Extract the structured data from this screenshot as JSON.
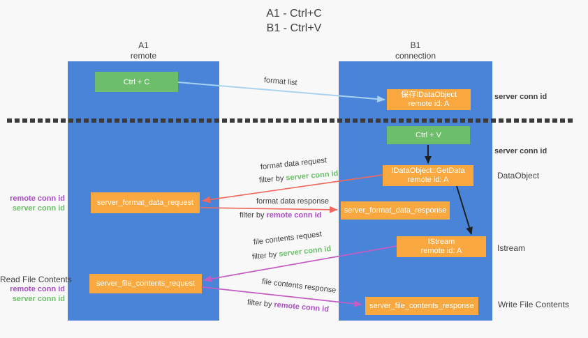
{
  "title": {
    "line1": "A1 - Ctrl+C",
    "line2": "B1 - Ctrl+V"
  },
  "lanes": {
    "a1": {
      "name": "A1",
      "role": "remote"
    },
    "b1": {
      "name": "B1",
      "role": "connection"
    }
  },
  "nodes": {
    "ctrl_c": {
      "label": "Ctrl + C"
    },
    "save_idataobject": {
      "line1": "保存IDataObject",
      "line2": "remote id: A"
    },
    "ctrl_v": {
      "label": "Ctrl + V"
    },
    "getdata": {
      "line1": "IDataObject::GetData",
      "line2": "remote id: A"
    },
    "format_request": {
      "label": "server_format_data_request"
    },
    "format_response": {
      "label": "server_format_data_response"
    },
    "istream": {
      "line1": "IStream",
      "line2": "remote id: A"
    },
    "file_request": {
      "label": "server_file_contents_request"
    },
    "file_response": {
      "label": "server_file_contents_response"
    }
  },
  "edge_labels": {
    "format_list": "format list",
    "format_data_request": "format data request",
    "format_data_response": "format data response",
    "file_contents_request": "file contents request",
    "file_contents_response": "file contents response",
    "filter_by": "filter by ",
    "server_conn_id": "server conn id",
    "remote_conn_id": "remote conn id"
  },
  "side_labels": {
    "server_conn_id_right_top": "server conn id",
    "server_conn_id_right_mid": "server conn id",
    "dataobject": "DataObject",
    "istream": "Istream",
    "write_file_contents": "Write File Contents",
    "read_file_contents": "Read File Contents",
    "remote_conn_id_left_top": "remote conn id",
    "server_conn_id_left_top": "server conn id",
    "remote_conn_id_left_bottom": "remote conn id",
    "server_conn_id_left_bottom": "server conn id"
  },
  "colors": {
    "background": "#f8f8f8",
    "lane": "#4a84d9",
    "green": "#6dbe6a",
    "orange": "#f8a83e",
    "blue_arrow": "#a8d2ee",
    "red_arrow": "#ee6a5f",
    "magenta_arrow": "#c35cc3",
    "black_arrow": "#1f1f1f",
    "green_text": "#6dbe6a",
    "purple_text": "#ab4ec6",
    "dark_text": "#3f3f3f",
    "dash": "#3b3b3b"
  }
}
